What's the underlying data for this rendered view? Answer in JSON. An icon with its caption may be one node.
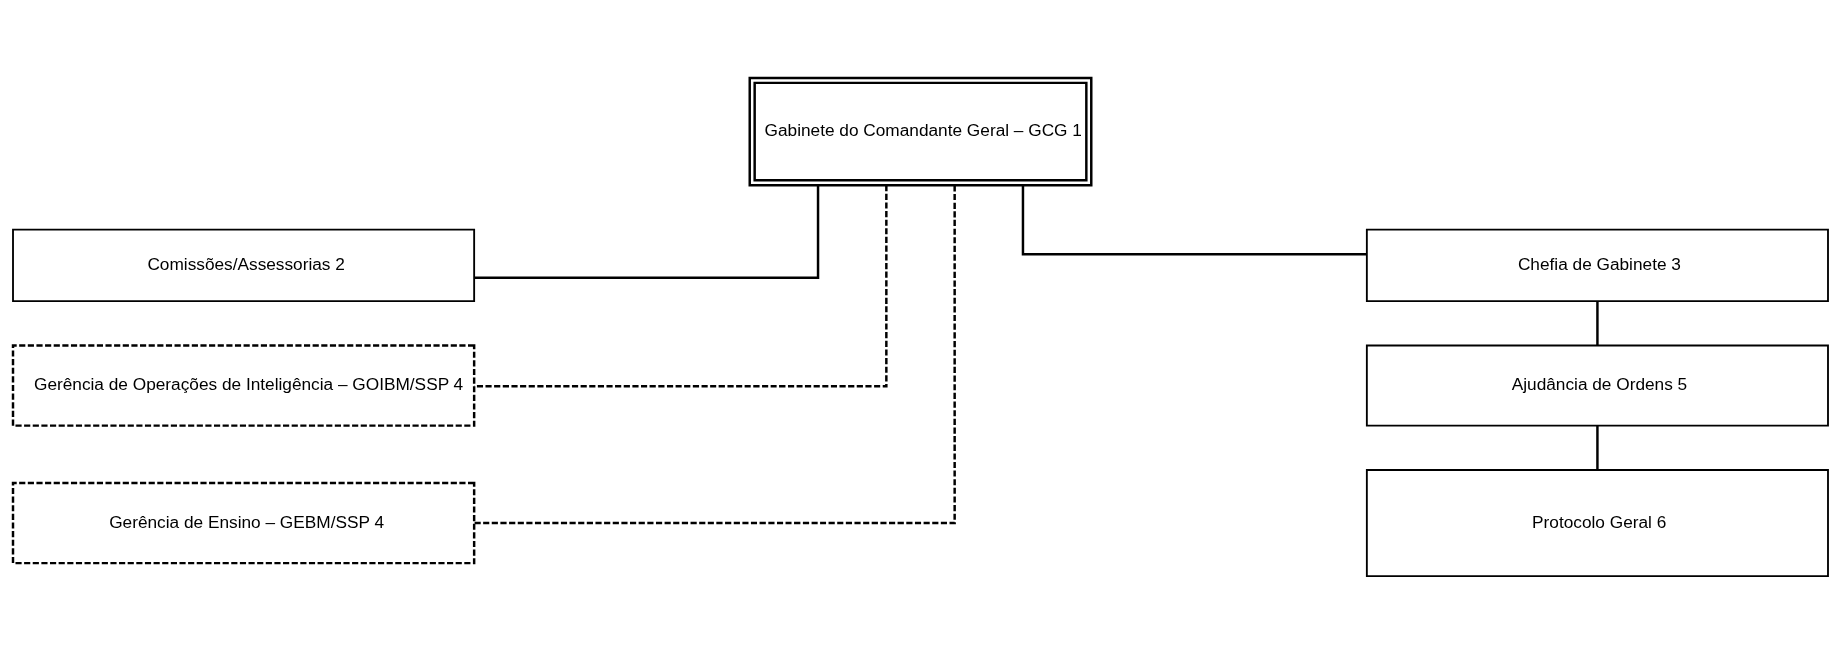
{
  "diagram": {
    "nodes": [
      {
        "text": [
          "Gabinete do Comandante Geral – GCG 1"
        ]
      },
      {
        "text": [
          "Comissões/Assessorias 2"
        ]
      },
      {
        "text": [
          "Chefia de Gabinete 3"
        ]
      },
      {
        "text": [
          "Gerência de Operações de Inteligência – GOIBM/SSP 4"
        ]
      },
      {
        "text": [
          "Ajudância de Ordens 5"
        ]
      },
      {
        "text": [
          "Gerência de Ensino – GEBM/SSP 4"
        ]
      },
      {
        "text": [
          "Protocolo Geral 6"
        ]
      }
    ],
    "edges": [
      {
        "from": 0,
        "to": 1,
        "arrow": "none"
      },
      {
        "from": 0,
        "to": 2,
        "arrow": "none"
      },
      {
        "from": 0,
        "to": 3,
        "arrow": "none",
        "style": "dashed"
      },
      {
        "from": 0,
        "to": 5,
        "arrow": "none",
        "style": "dashed"
      },
      {
        "from": 2,
        "to": 4,
        "arrow": "none"
      },
      {
        "from": 4,
        "to": 6,
        "arrow": "none"
      }
    ]
  }
}
